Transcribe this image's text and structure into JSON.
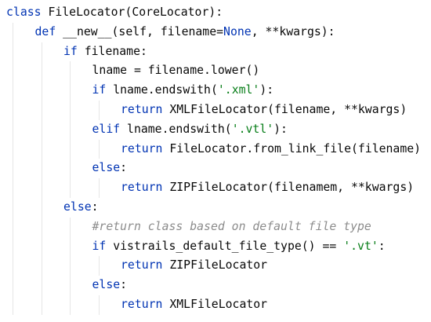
{
  "editor": {
    "language": "python",
    "colors": {
      "keyword": "#0033b3",
      "string": "#067d17",
      "comment": "#8c8c8c",
      "text": "#080808",
      "indent_guide": "#e6e6e6",
      "background": "#ffffff"
    },
    "lines": [
      {
        "indent": 0,
        "tokens": [
          {
            "t": "kw",
            "v": "class"
          },
          {
            "t": "plain",
            "v": " FileLocator(CoreLocator):"
          }
        ]
      },
      {
        "indent": 1,
        "tokens": [
          {
            "t": "kw",
            "v": "def"
          },
          {
            "t": "plain",
            "v": " __new__(self, filename="
          },
          {
            "t": "kw",
            "v": "None"
          },
          {
            "t": "plain",
            "v": ", **kwargs):"
          }
        ]
      },
      {
        "indent": 2,
        "tokens": [
          {
            "t": "kw",
            "v": "if"
          },
          {
            "t": "plain",
            "v": " filename:"
          }
        ]
      },
      {
        "indent": 3,
        "tokens": [
          {
            "t": "plain",
            "v": "lname = filename.lower()"
          }
        ]
      },
      {
        "indent": 3,
        "tokens": [
          {
            "t": "kw",
            "v": "if"
          },
          {
            "t": "plain",
            "v": " lname.endswith("
          },
          {
            "t": "str",
            "v": "'.xml'"
          },
          {
            "t": "plain",
            "v": "):"
          }
        ]
      },
      {
        "indent": 4,
        "tokens": [
          {
            "t": "kw",
            "v": "return"
          },
          {
            "t": "plain",
            "v": " XMLFileLocator(filename, **kwargs)"
          }
        ]
      },
      {
        "indent": 3,
        "tokens": [
          {
            "t": "kw",
            "v": "elif"
          },
          {
            "t": "plain",
            "v": " lname.endswith("
          },
          {
            "t": "str",
            "v": "'.vtl'"
          },
          {
            "t": "plain",
            "v": "):"
          }
        ]
      },
      {
        "indent": 4,
        "tokens": [
          {
            "t": "kw",
            "v": "return"
          },
          {
            "t": "plain",
            "v": " FileLocator.from_link_file(filename)"
          }
        ]
      },
      {
        "indent": 3,
        "tokens": [
          {
            "t": "kw",
            "v": "else"
          },
          {
            "t": "plain",
            "v": ":"
          }
        ]
      },
      {
        "indent": 4,
        "tokens": [
          {
            "t": "kw",
            "v": "return"
          },
          {
            "t": "plain",
            "v": " ZIPFileLocator(filenamem, **kwargs)"
          }
        ]
      },
      {
        "indent": 2,
        "tokens": [
          {
            "t": "kw",
            "v": "else"
          },
          {
            "t": "plain",
            "v": ":"
          }
        ]
      },
      {
        "indent": 3,
        "tokens": [
          {
            "t": "cm",
            "v": "#return class based on default file type"
          }
        ]
      },
      {
        "indent": 3,
        "tokens": [
          {
            "t": "kw",
            "v": "if"
          },
          {
            "t": "plain",
            "v": " vistrails_default_file_type() == "
          },
          {
            "t": "str",
            "v": "'.vt'"
          },
          {
            "t": "plain",
            "v": ":"
          }
        ]
      },
      {
        "indent": 4,
        "tokens": [
          {
            "t": "kw",
            "v": "return"
          },
          {
            "t": "plain",
            "v": " ZIPFileLocator"
          }
        ]
      },
      {
        "indent": 3,
        "tokens": [
          {
            "t": "kw",
            "v": "else"
          },
          {
            "t": "plain",
            "v": ":"
          }
        ]
      },
      {
        "indent": 4,
        "tokens": [
          {
            "t": "kw",
            "v": "return"
          },
          {
            "t": "plain",
            "v": " XMLFileLocator"
          }
        ]
      }
    ]
  }
}
